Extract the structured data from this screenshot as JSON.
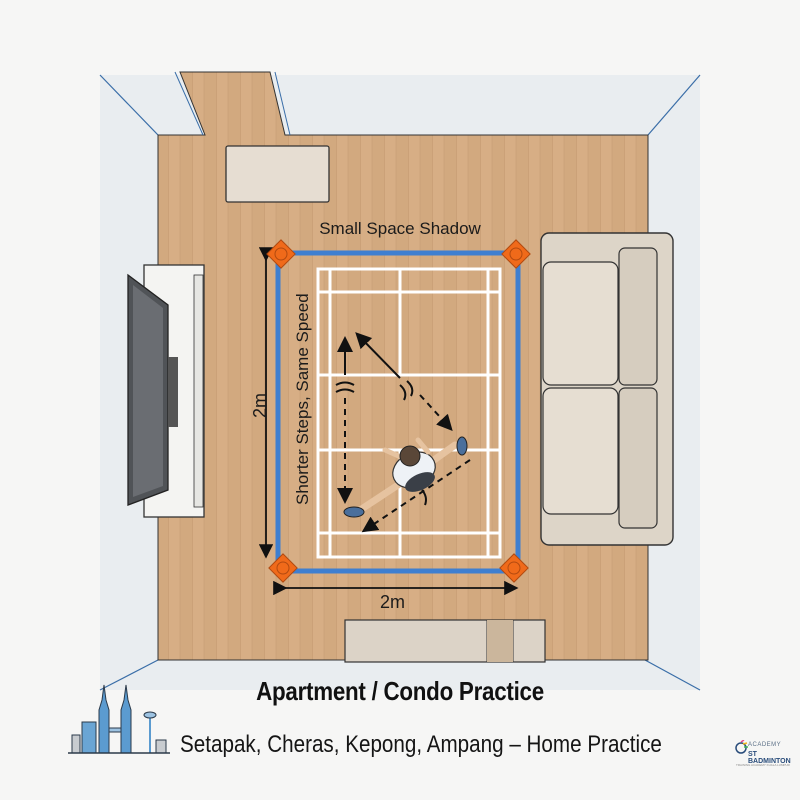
{
  "diagram": {
    "title": "Apartment / Condo Practice",
    "subtitle": "Setapak, Cheras, Kepong, Ampang – Home Practice",
    "zone_label": "Small Space Shadow",
    "movement_label": "Shorter Steps, Same Speed",
    "dimensions": {
      "width": "2m",
      "height": "2m"
    },
    "room_elements": [
      {
        "name": "tv-unit",
        "icon": "tv-icon"
      },
      {
        "name": "sofa",
        "icon": "sofa-icon"
      },
      {
        "name": "doormat",
        "icon": "rug-icon"
      },
      {
        "name": "bench",
        "icon": "bench-icon"
      },
      {
        "name": "practice-court",
        "icon": "badminton-court-icon"
      },
      {
        "name": "player",
        "icon": "player-lunge-icon"
      },
      {
        "name": "corner-cones",
        "icon": "cone-icon",
        "count": 4
      }
    ],
    "colors": {
      "floor": "#d2a97f",
      "wall": "#e8ecef",
      "boundary_tape": "#3f7fd0",
      "cone": "#f06a1a",
      "court_lines": "#ffffff"
    }
  },
  "branding": {
    "skyline_icon": "kl-skyline-icon",
    "logo_line1": "ACADEMY",
    "logo_line2": "ST BADMINTON",
    "logo_line3": "TRAINING ACADEMY KUALA LUMPUR"
  }
}
